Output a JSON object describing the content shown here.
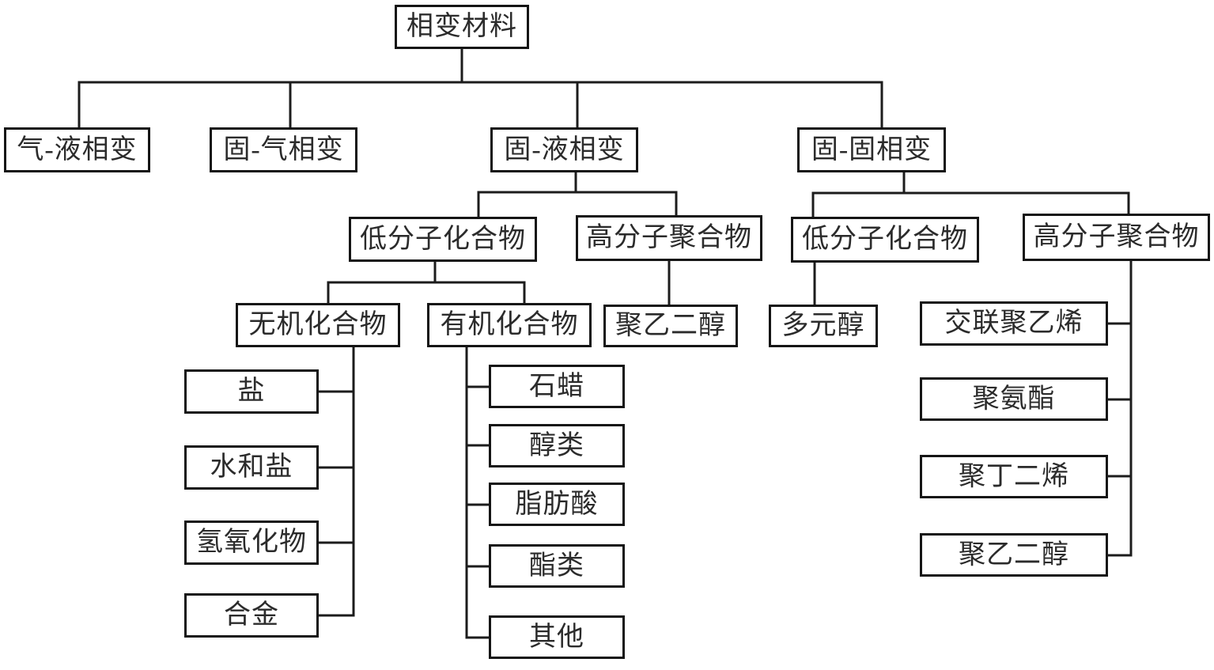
{
  "diagram_type": "tree-flowchart",
  "language": "zh-CN",
  "colors": {
    "background": "#ffffff",
    "box_border": "#151515",
    "connector_line": "#1c1c1c",
    "text": "#2b2b2b"
  },
  "tree": {
    "label": "相变材料",
    "children": [
      {
        "label": "气-液相变",
        "children": []
      },
      {
        "label": "固-气相变",
        "children": []
      },
      {
        "label": "固-液相变",
        "children": [
          {
            "label": "低分子化合物",
            "children": [
              {
                "label": "无机化合物",
                "children": [
                  {
                    "label": "盐"
                  },
                  {
                    "label": "水和盐"
                  },
                  {
                    "label": "氢氧化物"
                  },
                  {
                    "label": "合金"
                  }
                ]
              },
              {
                "label": "有机化合物",
                "children": [
                  {
                    "label": "石蜡"
                  },
                  {
                    "label": "醇类"
                  },
                  {
                    "label": "脂肪酸"
                  },
                  {
                    "label": "酯类"
                  },
                  {
                    "label": "其他"
                  }
                ]
              }
            ]
          },
          {
            "label": "高分子聚合物",
            "children": [
              {
                "label": "聚乙二醇"
              }
            ]
          }
        ]
      },
      {
        "label": "固-固相变",
        "children": [
          {
            "label": "低分子化合物",
            "children": [
              {
                "label": "多元醇"
              }
            ]
          },
          {
            "label": "高分子聚合物",
            "children": [
              {
                "label": "交联聚乙烯"
              },
              {
                "label": "聚氨酯"
              },
              {
                "label": "聚丁二烯"
              },
              {
                "label": "聚乙二醇"
              }
            ]
          }
        ]
      }
    ]
  }
}
